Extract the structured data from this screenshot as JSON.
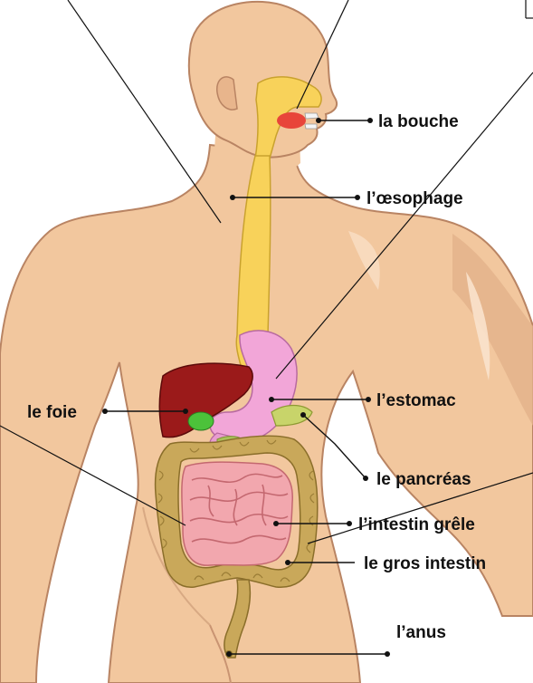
{
  "labels": {
    "bouche": "la bouche",
    "oesophage": "l’œsophage",
    "estomac": "l’estomac",
    "foie": "le foie",
    "pancreas": "le pancréas",
    "intestin_grele": "l’intestin grêle",
    "gros_intestin": "le gros intestin",
    "anus": "l’anus"
  },
  "colors": {
    "skin": "#f2c79e",
    "skin_shadow": "#d9a67c",
    "esophagus": "#f8d25a",
    "stomach": "#f2a6d8",
    "liver": "#9b1a1a",
    "gallbladder": "#4cc23a",
    "pancreas": "#c8d46a",
    "small_intestine": "#f2a7ae",
    "large_intestine": "#c9a85a",
    "tongue": "#e8453a"
  }
}
